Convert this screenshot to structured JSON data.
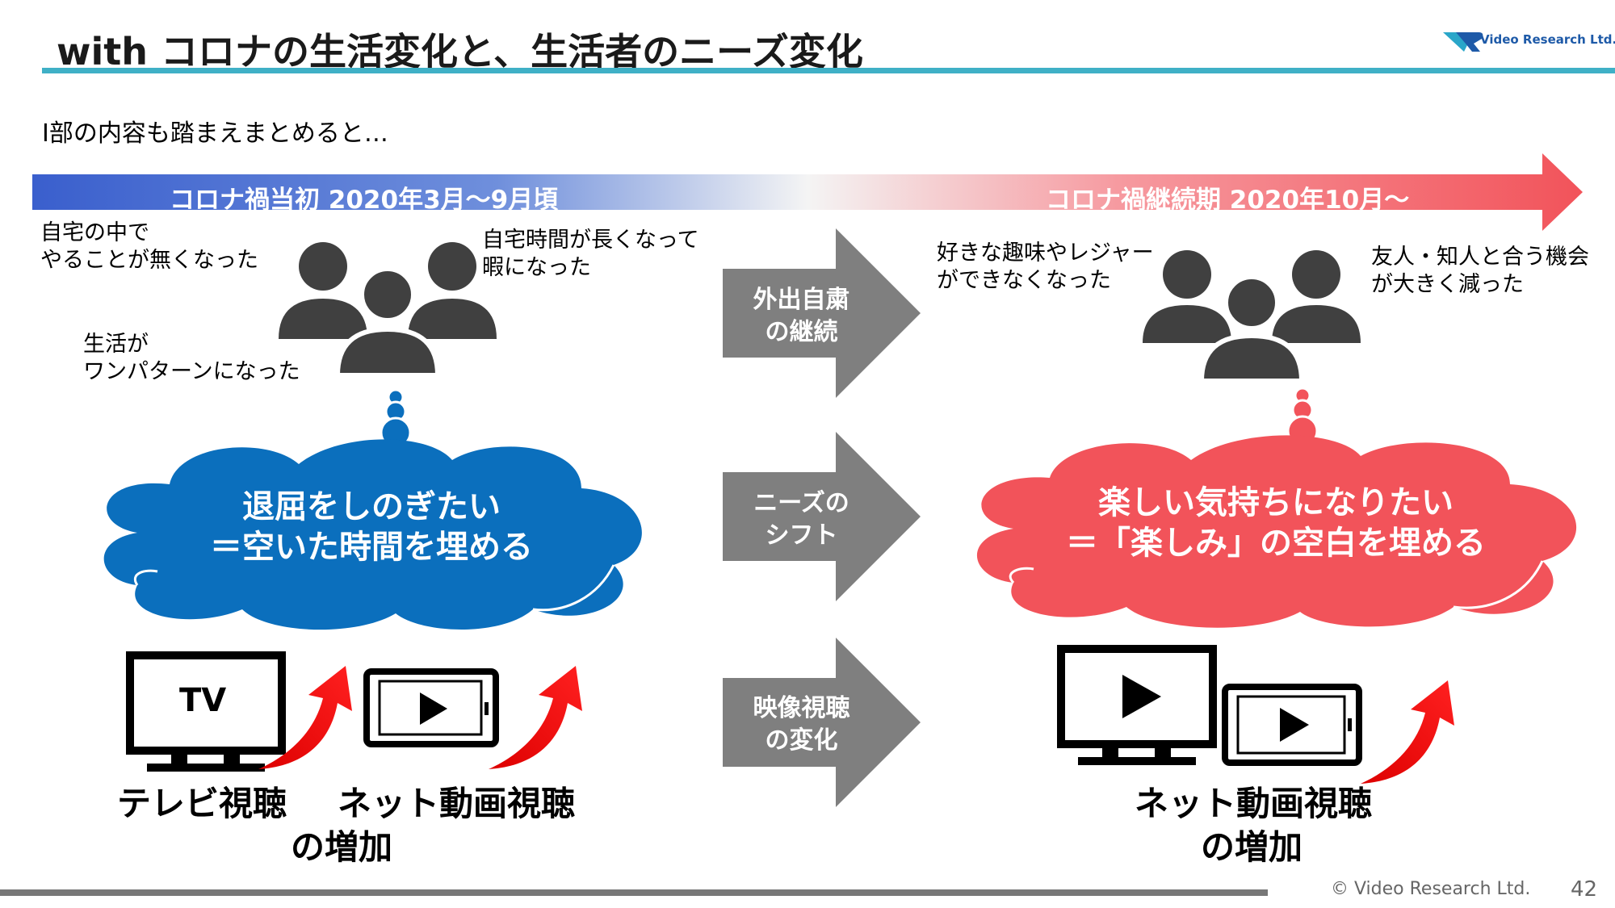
{
  "header": {
    "title": "with コロナの生活変化と、生活者のニーズ変化",
    "logo_text": "Video Research Ltd."
  },
  "intro": "I部の内容も踏まえまとめると…",
  "timeline": {
    "early_label": "コロナ禍当初  2020年3月～9月頃",
    "later_label": "コロナ禍継続期  2020年10月～",
    "colors": {
      "early": "#3a5fcd",
      "later": "#f2535a"
    }
  },
  "early": {
    "quotes": [
      "自宅の中で\nやることが無くなった",
      "自宅時間が長くなって\n暇になった",
      "生活が\nワンパターンになった"
    ],
    "cloud": [
      "退屈をしのぎたい",
      "＝空いた時間を埋める"
    ],
    "tv_icon_label": "TV",
    "media_labels": [
      "テレビ視聴",
      "ネット動画視聴"
    ],
    "media_suffix": "の増加",
    "cloud_color": "#0b6fbd"
  },
  "later": {
    "quotes": [
      "好きな趣味やレジャー\nができなくなった",
      "友人・知人と合う機会\nが大きく減った"
    ],
    "cloud": [
      "楽しい気持ちになりたい",
      "＝「楽しみ」の空白を埋める"
    ],
    "media_label": "ネット動画視聴",
    "media_suffix": "の増加",
    "cloud_color": "#f2535a"
  },
  "transitions": [
    {
      "line1": "外出自粛",
      "line2": "の継続"
    },
    {
      "line1": "ニーズの",
      "line2": "シフト"
    },
    {
      "line1": "映像視聴",
      "line2": "の変化"
    }
  ],
  "footer": {
    "copyright": "© Video Research Ltd.",
    "page_number": "42"
  }
}
